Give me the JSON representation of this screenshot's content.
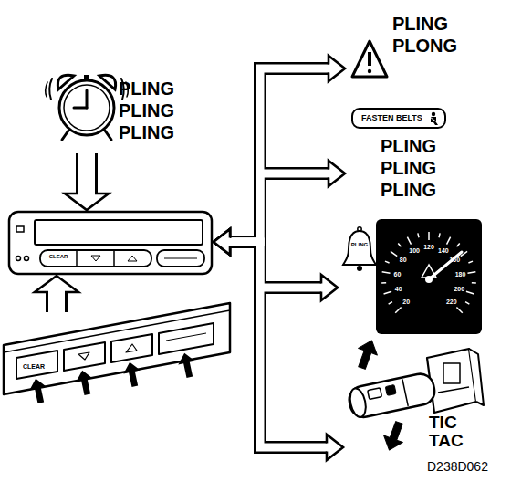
{
  "diagram": {
    "nodes": [
      {
        "text": [
          "PLING PLING PLING"
        ]
      },
      {
        "text": [
          "CLEAR"
        ]
      },
      {
        "text": [
          "CLEAR"
        ]
      },
      {
        "text": [
          "PLING PLONG"
        ]
      },
      {
        "text": [
          "FASTEN BELTS",
          "PLING PLING PLING"
        ]
      },
      {
        "text": [
          "PLING"
        ]
      },
      {
        "text": [
          "TIC TAC"
        ]
      }
    ],
    "edges": [
      {
        "from": 0,
        "to": 1,
        "arrow": "to"
      },
      {
        "from": 2,
        "to": 1,
        "arrow": "to"
      },
      {
        "from": 1,
        "to": 3,
        "arrow": "both"
      },
      {
        "from": 1,
        "to": 4,
        "arrow": "both"
      },
      {
        "from": 1,
        "to": 5,
        "arrow": "both"
      },
      {
        "from": 1,
        "to": 6,
        "arrow": "both"
      }
    ],
    "labels": [
      "20",
      "40",
      "60",
      "80",
      "100",
      "120",
      "140",
      "160",
      "180",
      "200",
      "220",
      "D238D062"
    ]
  }
}
